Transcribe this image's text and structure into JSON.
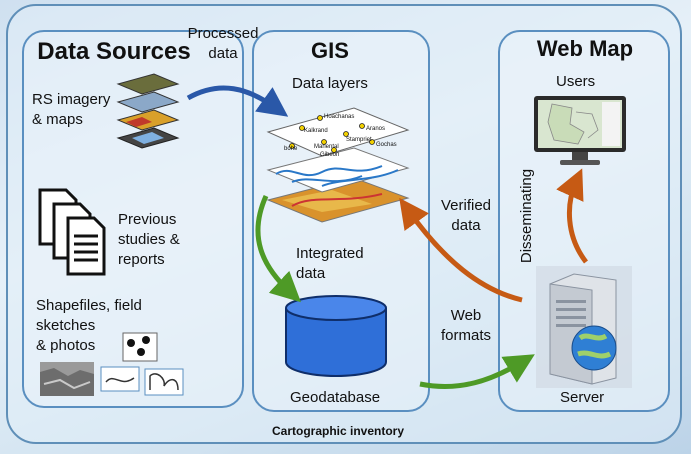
{
  "panels": {
    "data_sources": {
      "title": "Data Sources"
    },
    "gis": {
      "title": "GIS"
    },
    "web_map": {
      "title": "Web Map"
    }
  },
  "labels": {
    "rs_imagery_1": "RS imagery",
    "rs_imagery_2": "& maps",
    "previous_1": "Previous",
    "previous_2": "studies &",
    "previous_3": "reports",
    "shapefiles_1": "Shapefiles, field",
    "shapefiles_2": "sketches",
    "shapefiles_3": "& photos",
    "processed_1": "Processed",
    "processed_2": "data",
    "data_layers": "Data layers",
    "integrated_1": "Integrated",
    "integrated_2": "data",
    "geodatabase": "Geodatabase",
    "verified_1": "Verified",
    "verified_2": "data",
    "web_formats_1": "Web",
    "web_formats_2": "formats",
    "users": "Users",
    "disseminating": "Disseminating",
    "server": "Server",
    "cartographic_inventory": "Cartographic inventory"
  },
  "map_layer_places": [
    "Hoachanas",
    "Kalkrand",
    "Aranos",
    "Stampriet",
    "Mariental",
    "Gochas",
    "Gibeon",
    "bohe"
  ],
  "colors": {
    "blue_arrow": "#2a58a8",
    "green_arrow": "#4e9a26",
    "orange_arrow": "#c65a14",
    "panel_border": "#5a8fc0",
    "cylinder": "#2f6fd8"
  }
}
